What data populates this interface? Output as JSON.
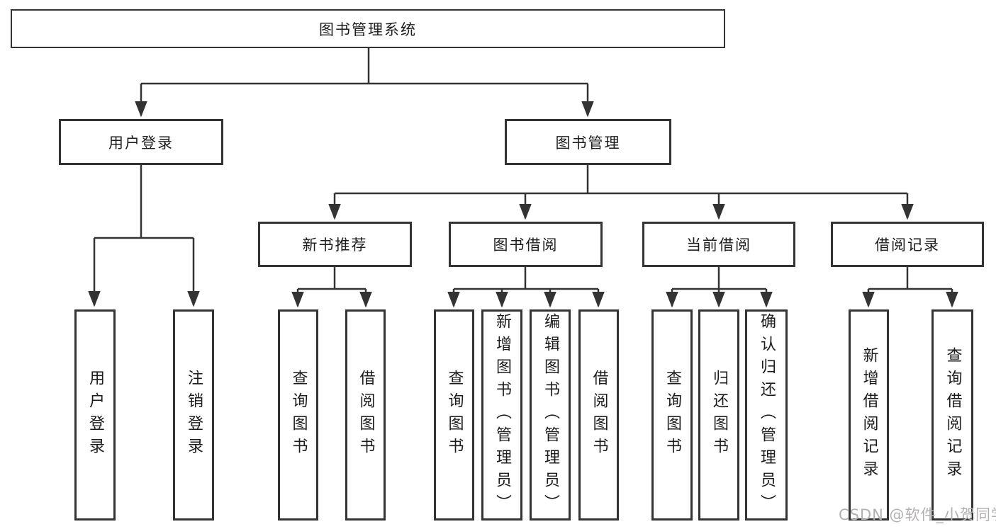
{
  "diagram": {
    "root": {
      "label": "图书管理系统"
    },
    "user_login": {
      "label": "用户登录",
      "children": {
        "login": {
          "label": "用户登录"
        },
        "logout": {
          "label": "注销登录"
        }
      }
    },
    "book_mgmt": {
      "label": "图书管理",
      "children": {
        "new_book_rec": {
          "label": "新书推荐",
          "children": {
            "query_books": {
              "label": "查询图书"
            },
            "borrow_books": {
              "label": "借阅图书"
            }
          }
        },
        "book_borrow": {
          "label": "图书借阅",
          "children": {
            "query_books": {
              "label": "查询图书"
            },
            "add_books": {
              "label": "新增图书（管理员）"
            },
            "edit_books": {
              "label": "编辑图书（管理员）"
            },
            "borrow_books": {
              "label": "借阅图书"
            }
          }
        },
        "current_borrow": {
          "label": "当前借阅",
          "children": {
            "query_books": {
              "label": "查询图书"
            },
            "return_books": {
              "label": "归还图书"
            },
            "confirm_return": {
              "label": "确认归还（管理员）"
            }
          }
        },
        "borrow_records": {
          "label": "借阅记录",
          "children": {
            "add_record": {
              "label": "新增借阅记录"
            },
            "query_record": {
              "label": "查询借阅记录"
            }
          }
        }
      }
    }
  },
  "watermark": {
    "text": "CSDN @软件_小贺同学"
  },
  "colors": {
    "line": "#333333",
    "text": "#1c1c1c",
    "watermark": "#b3b0b0",
    "background": "#ffffff"
  }
}
